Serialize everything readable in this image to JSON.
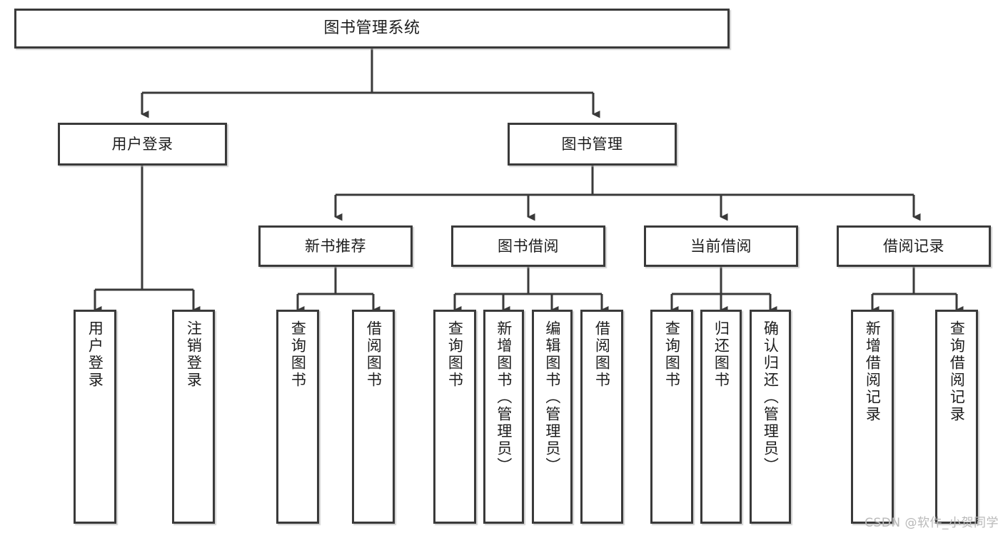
{
  "diagram": {
    "title": "图书管理系统",
    "root": {
      "label": "图书管理系统"
    },
    "level2": [
      {
        "label": "用户登录"
      },
      {
        "label": "图书管理"
      }
    ],
    "level3": [
      {
        "label": "新书推荐"
      },
      {
        "label": "图书借阅"
      },
      {
        "label": "当前借阅"
      },
      {
        "label": "借阅记录"
      }
    ],
    "leaves": {
      "user_login": [
        {
          "label": "用户登录"
        },
        {
          "label": "注销登录"
        }
      ],
      "new_book_recommend": [
        {
          "label": "查询图书"
        },
        {
          "label": "借阅图书"
        }
      ],
      "book_borrow": [
        {
          "label": "查询图书"
        },
        {
          "label": "新增图书（管理员）"
        },
        {
          "label": "编辑图书（管理员）"
        },
        {
          "label": "借阅图书"
        }
      ],
      "current_borrow": [
        {
          "label": "查询图书"
        },
        {
          "label": "归还图书"
        },
        {
          "label": "确认归还（管理员）"
        }
      ],
      "borrow_record": [
        {
          "label": "新增借阅记录"
        },
        {
          "label": "查询借阅记录"
        }
      ]
    }
  },
  "watermark": {
    "text": "CSDN @软件_小贺同学",
    "color": "#b9b9b9"
  },
  "style": {
    "border_color": "#3a3a3a",
    "background": "#ffffff",
    "text_color": "#1d1d1d"
  }
}
